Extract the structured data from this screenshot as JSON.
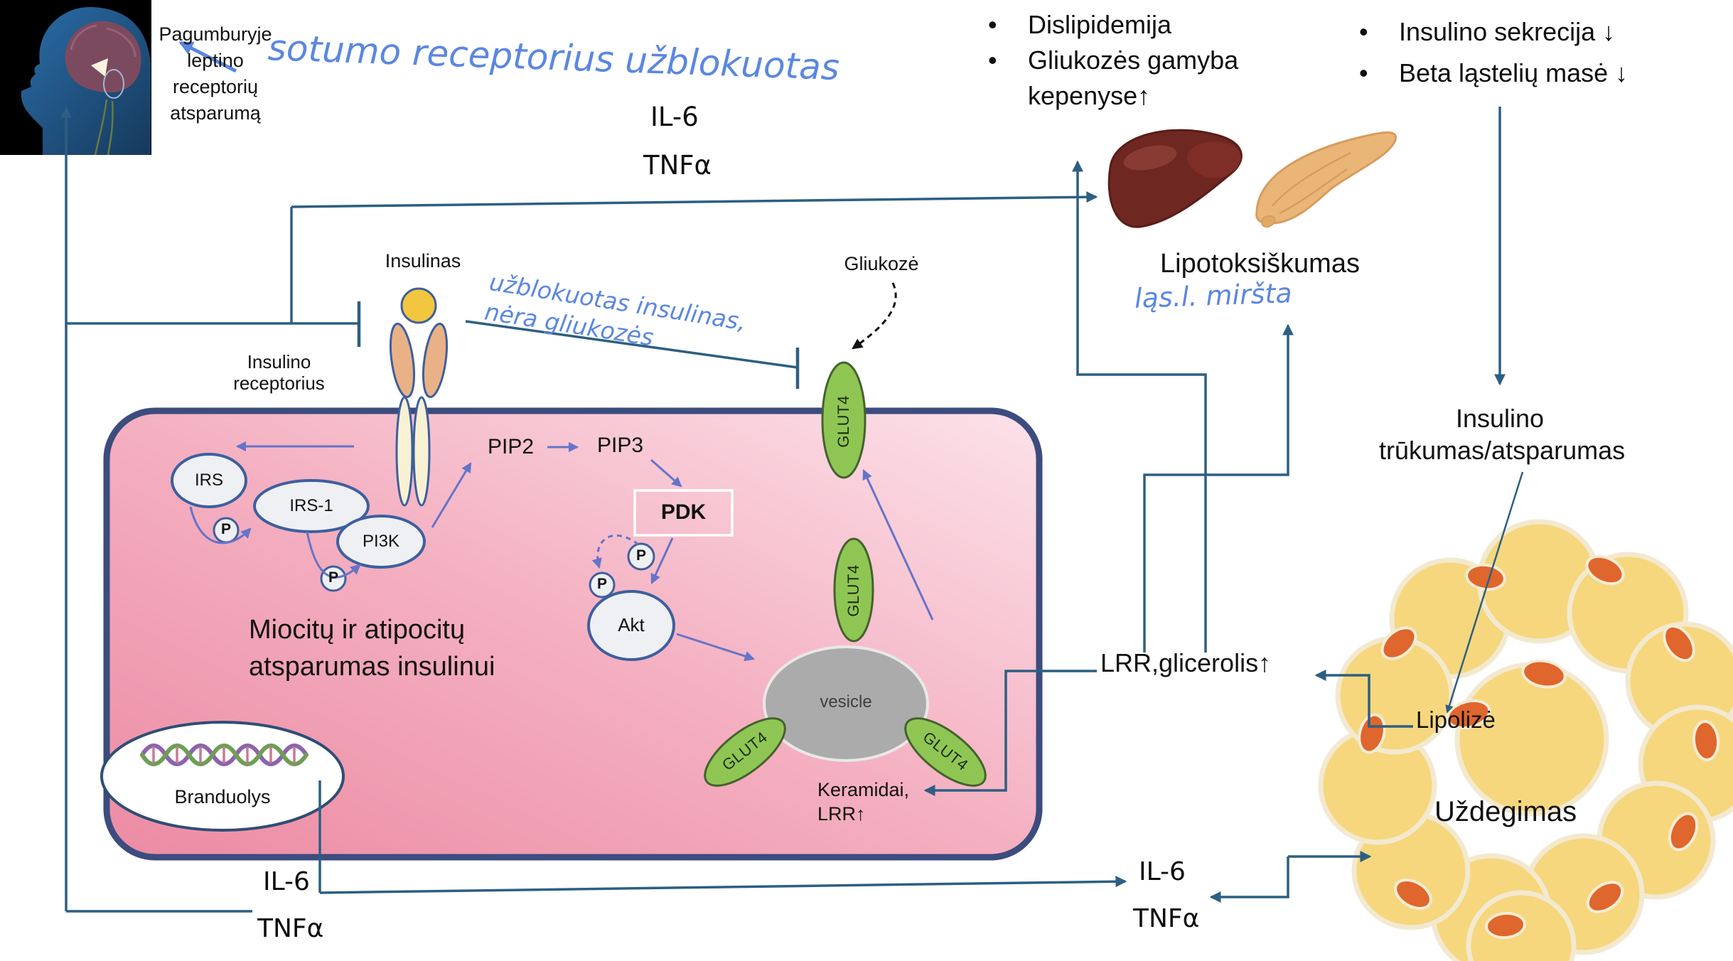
{
  "hypothalamus": {
    "lines": [
      "Pagumburyje",
      "leptino",
      "receptorių",
      "atsparumą"
    ]
  },
  "handwritten": {
    "satiety": "sotumo receptorius užblokuotas",
    "blocked_line1": "užblokuotas insulinas,",
    "blocked_line2": "nėra gliukozės",
    "cells_die": "ląs.l. miršta"
  },
  "cytokines_top": {
    "il6": "IL-6",
    "tnfa": "TNFα"
  },
  "cytokines_bottom": {
    "il6": "IL-6",
    "tnfa": "TNFα"
  },
  "cytokines_adipose": {
    "il6": "IL-6",
    "tnfa": "TNFα"
  },
  "liver_effects": {
    "items": [
      "Dislipidemija",
      "Gliukozės gamyba kepenyse↑"
    ]
  },
  "pancreas_effects": {
    "items": [
      "Insulino sekrecija ↓",
      "Beta ląstelių masė ↓"
    ]
  },
  "lipotoxicity": "Lipotoksiškumas",
  "insulin_deficiency": {
    "line1": "Insulino",
    "line2": "trūkumas/atsparumas"
  },
  "cell": {
    "insulin": "Insulinas",
    "receptor": {
      "line1": "Insulino",
      "line2": "receptorius"
    },
    "irs": "IRS",
    "irs1": "IRS-1",
    "pi3k": "PI3K",
    "phospho": "P",
    "pip2": "PIP2",
    "pip3": "PIP3",
    "pdk": "PDK",
    "akt": "Akt",
    "vesicle": "vesicle",
    "glut4": "GLUT4",
    "glucose": "Gliukozė",
    "resistance": {
      "line1": "Miocitų ir atipocitų",
      "line2": "atsparumas insulinui"
    },
    "nucleus": "Branduolys",
    "ceramides": {
      "line1": "Keramidai,",
      "line2": "LRR↑"
    }
  },
  "adipose": {
    "lrr_glycerol": "LRR,glicerolis↑",
    "lipolysis": "Lipolizė",
    "inflammation": "Uždegimas"
  },
  "colors": {
    "connector": "#2d5f82",
    "pathway_arrow": "#6673c9",
    "handwriting": "#5b87e0",
    "cell_border": "#3c4c7e",
    "glut4_green": "#8fc653",
    "adipocyte_yellow": "#f6d77e",
    "adipocyte_nucleus": "#df662d",
    "liver_red": "#6f2721",
    "pancreas_tan": "#eab677"
  }
}
